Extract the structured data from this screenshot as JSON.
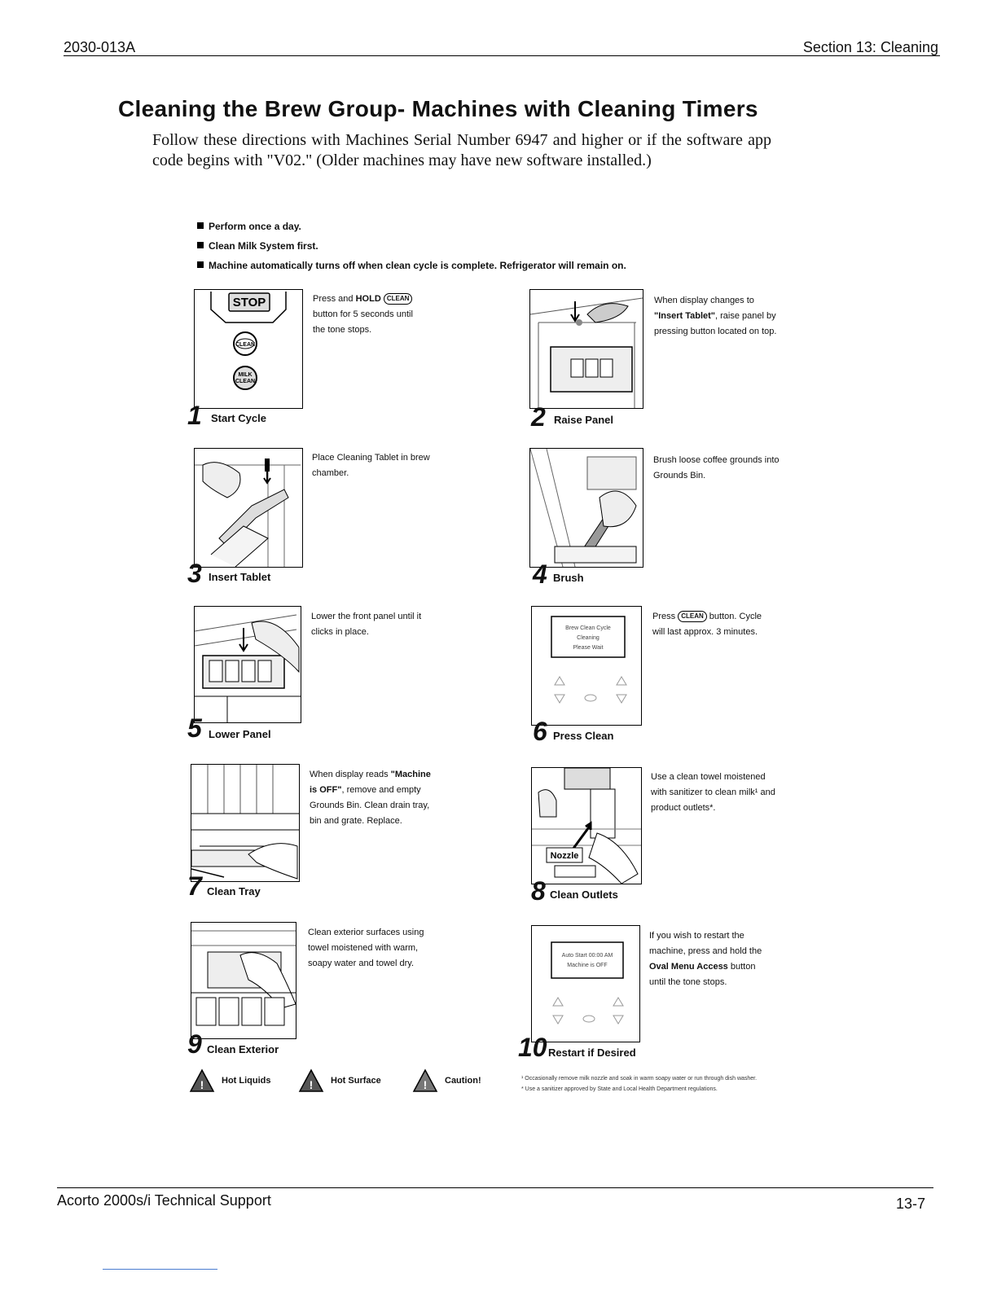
{
  "header": {
    "left": "2030-013A",
    "right": "Section 13: Cleaning"
  },
  "title": "Cleaning the Brew Group- Machines with Cleaning Timers",
  "intro": "Follow these directions with Machines Serial Number 6947 and higher or if the software app code begins with \"V02.\" (Older machines may have new software installed.)",
  "bullets": [
    "Perform once a day.",
    "Clean Milk System first.",
    "Machine automatically turns off when clean cycle is complete. Refrigerator will remain on."
  ],
  "buttons": {
    "stop": "STOP",
    "clean": "CLEAN",
    "milk": "MILK",
    "milk_clean": "CLEAN"
  },
  "steps": [
    {
      "num": "1",
      "label": "Start Cycle",
      "caption_pre": "Press and ",
      "caption_bold": "HOLD",
      "caption_post": " button for 5 seconds until the tone stops."
    },
    {
      "num": "2",
      "label": "Raise Panel",
      "caption_pre": "When display changes to ",
      "caption_bold": "\"Insert Tablet\"",
      "caption_post": ", raise panel by pressing button located on top."
    },
    {
      "num": "3",
      "label": "Insert Tablet",
      "caption": "Place Cleaning Tablet in brew chamber."
    },
    {
      "num": "4",
      "label": "Brush",
      "caption": "Brush loose coffee grounds into Grounds Bin."
    },
    {
      "num": "5",
      "label": "Lower Panel",
      "caption": "Lower the front panel until it clicks in place."
    },
    {
      "num": "6",
      "label": "Press Clean",
      "caption_pre": "Press ",
      "caption_post": " button. Cycle will last approx. 3 minutes.",
      "screen": [
        "Brew Clean Cycle",
        "Cleaning",
        "Please Wait"
      ]
    },
    {
      "num": "7",
      "label": "Clean Tray",
      "caption_pre": "When display reads ",
      "caption_bold": "\"Machine is OFF\"",
      "caption_post": ", remove and empty Grounds Bin. Clean drain tray, bin and grate. Replace."
    },
    {
      "num": "8",
      "label": "Clean Outlets",
      "caption": "Use a clean towel moistened with sanitizer to clean milk¹ and product outlets*.",
      "nozzle": "Nozzle"
    },
    {
      "num": "9",
      "label": "Clean Exterior",
      "caption": "Clean exterior surfaces using towel moistened with warm, soapy water and towel dry."
    },
    {
      "num": "10",
      "label": "Restart if Desired",
      "caption_pre": "If you wish to restart the machine, press and hold the ",
      "caption_bold": "Oval Menu Access",
      "caption_post": " button until the tone stops.",
      "screen": [
        "Auto Start 00:00 AM",
        "Machine is OFF"
      ]
    }
  ],
  "warnings": [
    "Hot Liquids",
    "Hot Surface",
    "Caution!"
  ],
  "notes": [
    "¹ Occasionally remove milk nozzle and soak in warm soapy water or run through dish washer.",
    "* Use a sanitizer approved by State and Local Health Department regulations."
  ],
  "footer": {
    "left": "Acorto 2000s/i Technical Support",
    "right": "13-7"
  }
}
